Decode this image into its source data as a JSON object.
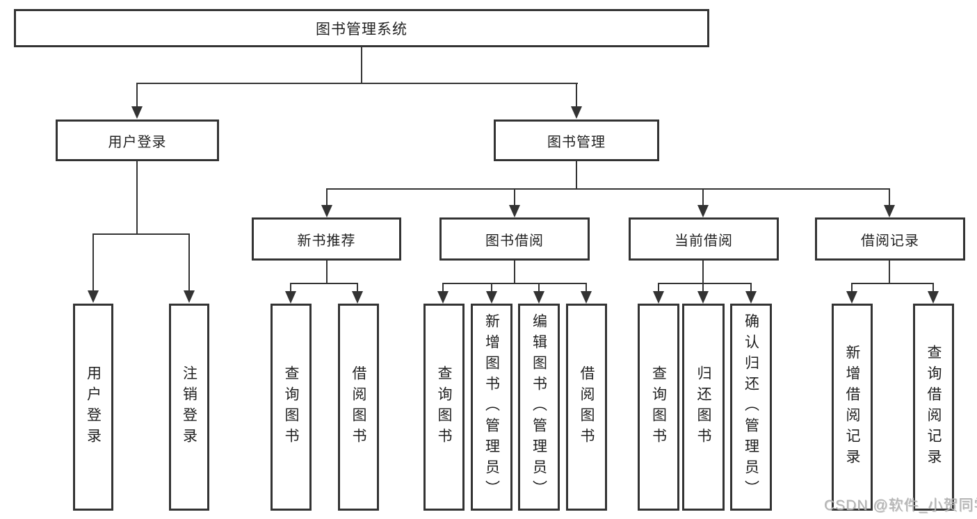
{
  "diagram": {
    "title": "图书管理系统",
    "user_branch": {
      "label": "用户登录",
      "leaves": [
        {
          "label": "用户登录"
        },
        {
          "label": "注销登录"
        }
      ]
    },
    "book_branch": {
      "label": "图书管理",
      "sections": [
        {
          "label": "新书推荐",
          "leaves": [
            {
              "label": "查询图书"
            },
            {
              "label": "借阅图书"
            }
          ]
        },
        {
          "label": "图书借阅",
          "leaves": [
            {
              "label": "查询图书"
            },
            {
              "label": "新增图书（管理员）"
            },
            {
              "label": "编辑图书（管理员）"
            },
            {
              "label": "借阅图书"
            }
          ]
        },
        {
          "label": "当前借阅",
          "leaves": [
            {
              "label": "查询图书"
            },
            {
              "label": "归还图书"
            },
            {
              "label": "确认归还（管理员）"
            }
          ]
        },
        {
          "label": "借阅记录",
          "leaves": [
            {
              "label": "新增借阅记录"
            },
            {
              "label": "查询借阅记录"
            }
          ]
        }
      ]
    }
  },
  "watermark": {
    "text": "CSDN @软件_小贺同学"
  },
  "colors": {
    "line": "#333333",
    "border": "#333333",
    "text": "#1f1f1f",
    "watermark": "#b4b4b4",
    "background": "#ffffff"
  }
}
